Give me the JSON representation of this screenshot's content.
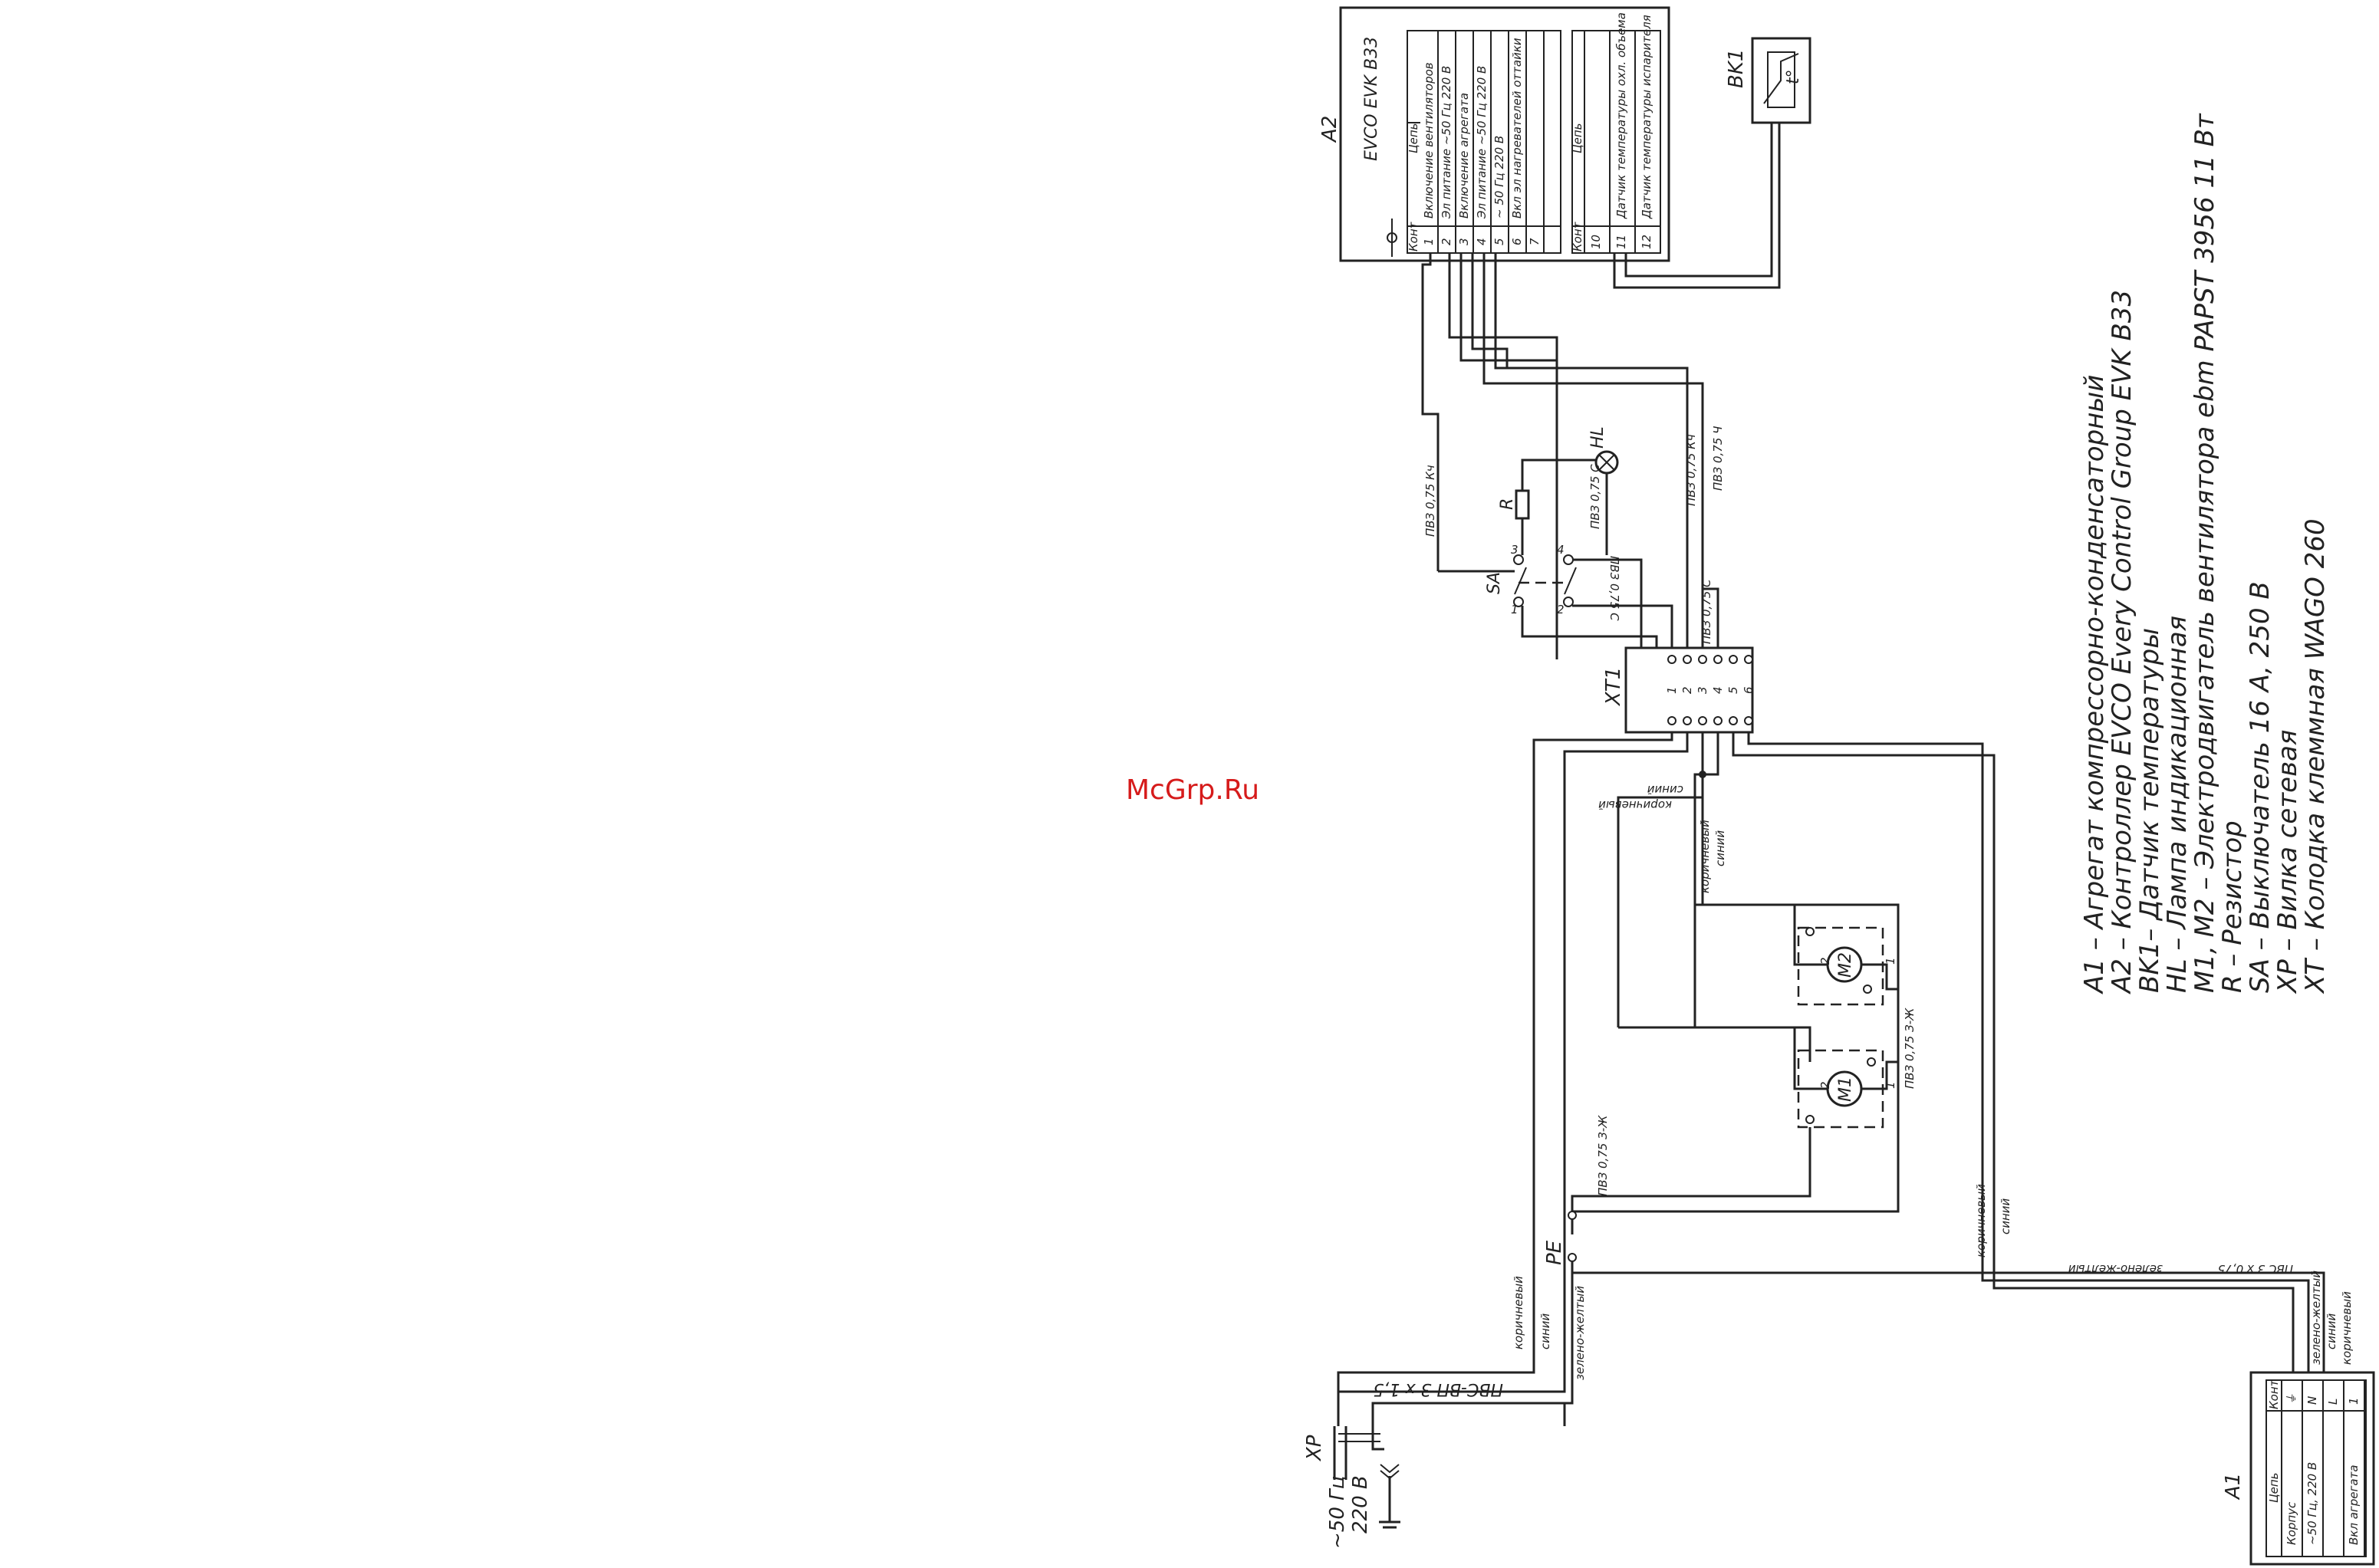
{
  "watermark": "McGrp.Ru",
  "a2": {
    "ref": "A2",
    "model": "EVCO EVK B33",
    "hdr_konts": "Конт",
    "hdr_cep": "Цепь",
    "rows": [
      {
        "n": "1",
        "label": "Включение вентиляторов"
      },
      {
        "n": "2",
        "label": "Эл питание ~50 Гц 220 В"
      },
      {
        "n": "3",
        "label": "Включение агрегата"
      },
      {
        "n": "4",
        "label": "Эл питание ~50 Гц 220 В"
      },
      {
        "n": "5",
        "label": "~ 50 Гц 220 В"
      },
      {
        "n": "6",
        "label": "Вкл эл нагревателей оттайки"
      },
      {
        "n": "7",
        "label": ""
      }
    ],
    "rows2": [
      {
        "n": "10",
        "label": ""
      },
      {
        "n": "11",
        "label": "Датчик температуры охл. объема"
      },
      {
        "n": "12",
        "label": "Датчик температуры испарителя"
      }
    ]
  },
  "bk1": {
    "ref": "BK1",
    "symbol": "t°"
  },
  "xt1": {
    "ref": "XT1",
    "pins": [
      "1",
      "2",
      "3",
      "4",
      "5",
      "6"
    ]
  },
  "sa": {
    "ref": "SA",
    "pins": [
      "1",
      "2",
      "3",
      "4"
    ]
  },
  "r": {
    "ref": "R"
  },
  "hl": {
    "ref": "HL"
  },
  "m1": {
    "ref": "M1",
    "pin1": "1",
    "pin2": "2"
  },
  "m2": {
    "ref": "M2",
    "pin1": "1",
    "pin2": "2"
  },
  "pe": {
    "ref": "PE"
  },
  "xp": {
    "ref": "XP",
    "supply1": "~50 Гц",
    "supply2": "220 В"
  },
  "a1": {
    "ref": "A1",
    "hdr_konts": "Конт",
    "hdr_cep": "Цепь",
    "rows": [
      {
        "n": "⏚",
        "label": "Корпус"
      },
      {
        "n": "N",
        "label": "~50 Гц, 220 В"
      },
      {
        "n": "L",
        "label": ""
      },
      {
        "n": "1",
        "label": "Вкл агрегата"
      }
    ]
  },
  "wires": {
    "pv3_kch": "ПВЗ 0,75 Кч",
    "pv3_s_top": "ПВЗ 0,75 С",
    "pv3_s_mid": "ПВЗ 0,75 С",
    "pv3_s_xt": "ПВЗ 0,75 С",
    "pv3_kch2": "ПВЗ 0,75 Кч",
    "pv3_ch": "ПВЗ 0,75 Ч",
    "pv3_zzh1": "ПВЗ 0,75 З-Ж",
    "pv3_zzh2": "ПВЗ 0,75 З-Ж",
    "sin1": "синий",
    "korich1": "коричневый",
    "korich2": "коричневый",
    "sin2": "синий",
    "korich3": "коричневый",
    "sin3": "синий",
    "zelzh1": "зелено-желтый",
    "korich4": "коричневый",
    "sin4": "синий",
    "zelzh2": "зелено-желтый",
    "pvs_a1": "ПВС 3 х 0,75",
    "zelzh3": "зелено-желтый",
    "sin5": "синий",
    "korich5": "коричневый",
    "pvs_vp": "ПВС-ВП 3 х 1,5"
  },
  "legend": [
    "A1 – Агрегат компрессорно-конденсаторный",
    "A2 – Контроллер EVCO Every Control Group EVK B33",
    "BK1– Датчик температуры",
    "HL – Лампа индикационная",
    "M1, M2 – Электродвигатель вентилятора ebm PAPST 3956 11 Вт",
    "R – Резистор",
    "SA – Выключатель 16 А, 250 В",
    "XP – Вилка сетевая",
    "XT – Колодка клеммная WAGO 260"
  ]
}
